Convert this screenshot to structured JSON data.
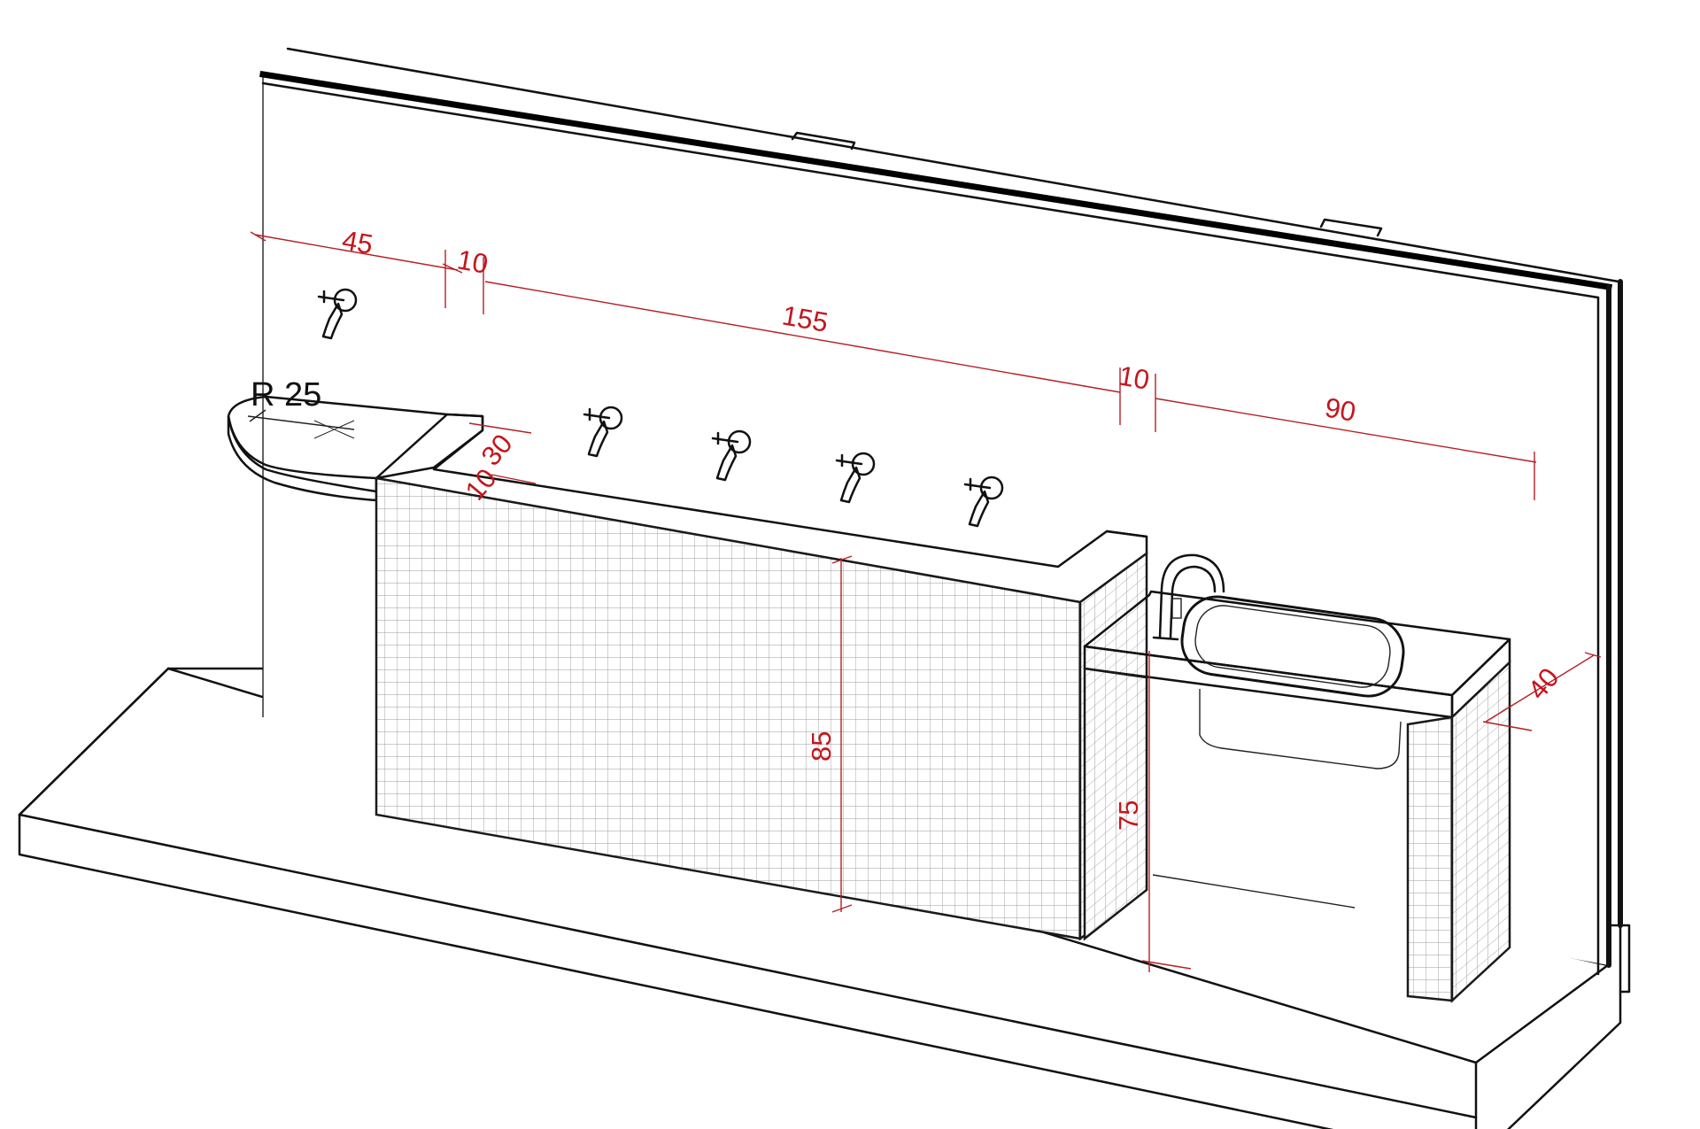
{
  "drawing": {
    "type": "isometric-elevation",
    "subject": "tiled counter with sink and wall faucets",
    "colors": {
      "lines": "#111111",
      "dimensions": "#c4161c",
      "tile_grid": "#9a9a9a",
      "background": "#ffffff"
    },
    "radius_label": "R 25",
    "dimensions": {
      "top_left": "45",
      "top_gap_1": "10",
      "top_middle": "155",
      "top_gap_2": "10",
      "top_right": "90",
      "counter_depth": "30",
      "counter_lip": "10",
      "counter_height": "85",
      "sink_height": "75",
      "sink_depth": "40"
    },
    "faucets": [
      "wall-faucet",
      "wall-faucet",
      "wall-faucet",
      "wall-faucet",
      "wall-faucet"
    ],
    "sink": {
      "tap": "gooseneck-tap",
      "basin": "inset-basin"
    }
  }
}
